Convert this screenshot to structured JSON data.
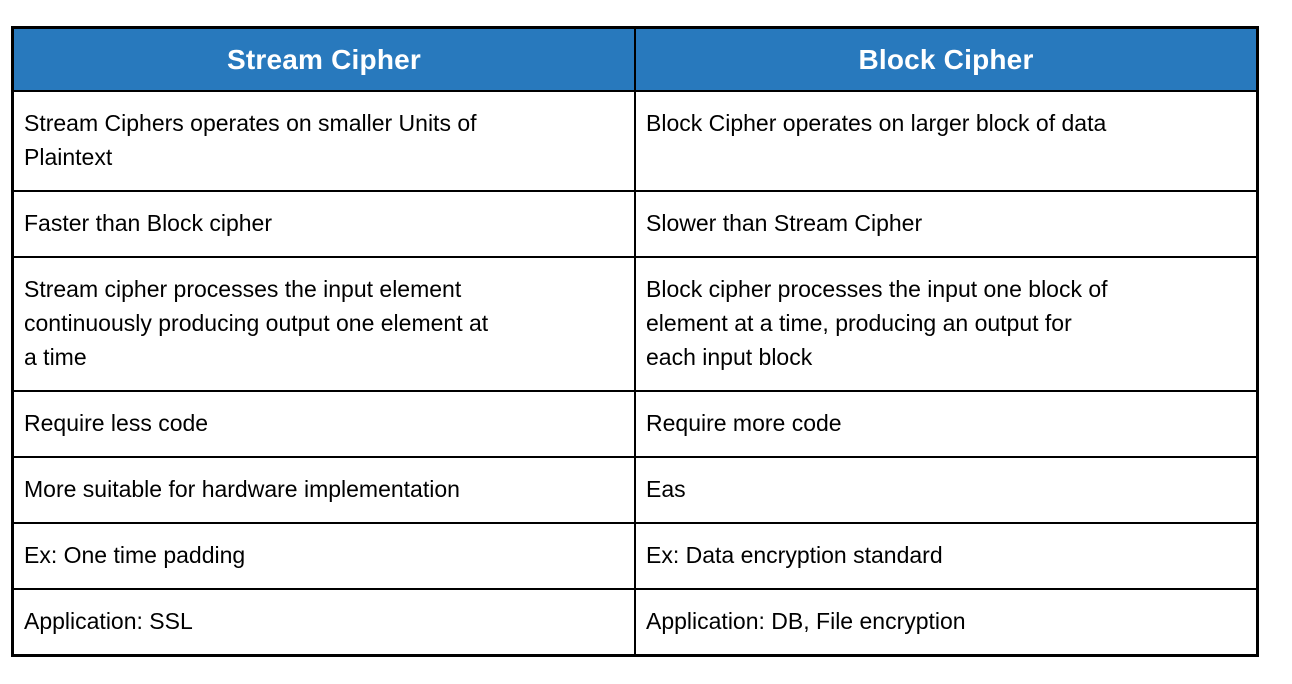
{
  "title": "Stream Cipher vs Block Cipher comparison table",
  "colors": {
    "header_bg": "#2879BD",
    "header_text": "#FFFFFF",
    "border": "#000000",
    "body_text": "#000000",
    "cell_bg": "#FFFFFF"
  },
  "table": {
    "columns": [
      {
        "header": "Stream Cipher"
      },
      {
        "header": "Block Cipher"
      }
    ],
    "rows": [
      {
        "stream": "Stream Ciphers operates on smaller Units of Plaintext",
        "block": "Block Cipher operates on larger block of data"
      },
      {
        "stream": "Faster than Block cipher",
        "block": "Slower than Stream Cipher"
      },
      {
        "stream": "Stream cipher processes the input element continuously producing output one element at a time",
        "block": "Block cipher processes the input one block of element at a time, producing an output for each input block"
      },
      {
        "stream": "Require less code",
        "block": "Require more code"
      },
      {
        "stream": "More suitable for hardware implementation",
        "block": "Eas"
      },
      {
        "stream": "Ex: One time padding",
        "block": "Ex: Data encryption standard"
      },
      {
        "stream": "Application: SSL",
        "block": "Application: DB, File encryption"
      }
    ]
  }
}
